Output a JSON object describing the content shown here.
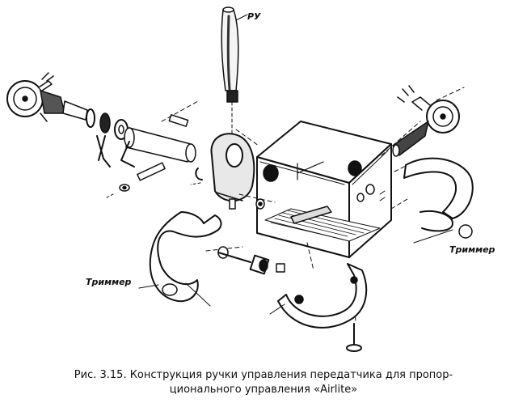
{
  "figure": {
    "labels": {
      "ru": "РУ",
      "trimmer_right": "Триммер",
      "trimmer_left": "Триммер"
    },
    "caption": {
      "line1": "Рис. 3.15. Конструкция ручки управления передатчика для пропор-",
      "line2": "ционального управления «Airlite»"
    }
  }
}
